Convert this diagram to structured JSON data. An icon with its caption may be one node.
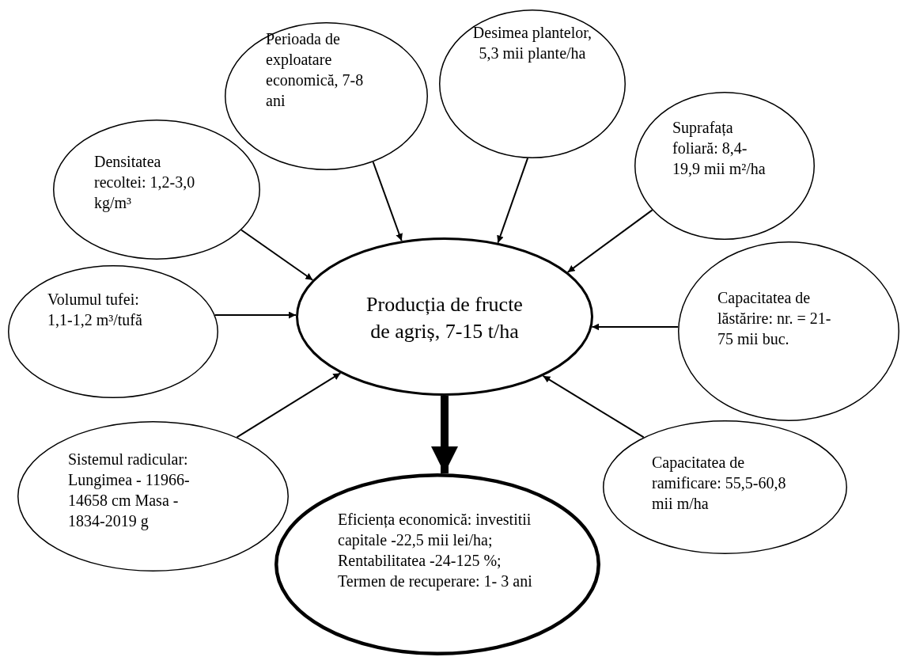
{
  "diagram": {
    "nodes": [
      {
        "text": [
          "Perioada de exploatare economică, 7-8 ani"
        ]
      },
      {
        "text": [
          "Desimea plantelor, 5,3 mii plante/ha"
        ]
      },
      {
        "text": [
          "Densitatea recoltei: 1,2-3,0 kg/m³"
        ]
      },
      {
        "text": [
          "Suprafața foliară: 8,4-19,9 mii m²/ha"
        ]
      },
      {
        "text": [
          "Volumul tufei: 1,1-1,2 m³/tufă"
        ]
      },
      {
        "text": [
          "Producția de fructe de agriș, 7-15 t/ha"
        ]
      },
      {
        "text": [
          "Capacitatea de lăstărire: nr. = 21-75 mii buc."
        ]
      },
      {
        "text": [
          "Sistemul radicular: Lungimea - 11966-14658 cm Masa - 1834-2019 g"
        ]
      },
      {
        "text": [
          "Capacitatea de ramificare: 55,5-60,8 mii m/ha"
        ]
      },
      {
        "text": [
          "Eficiența economică: investitii capitale -22,5 mii lei/ha; Rentabilitatea -24-125 %; Termen de recuperare: 1- 3 ani"
        ]
      }
    ],
    "edges": [
      {
        "from": 2,
        "to": 5,
        "arrow": "to"
      },
      {
        "from": 0,
        "to": 5,
        "arrow": "to"
      },
      {
        "from": 1,
        "to": 5,
        "arrow": "to"
      },
      {
        "from": 3,
        "to": 5,
        "arrow": "to"
      },
      {
        "from": 4,
        "to": 5,
        "arrow": "to"
      },
      {
        "from": 6,
        "to": 5,
        "arrow": "to"
      },
      {
        "from": 7,
        "to": 5,
        "arrow": "to"
      },
      {
        "from": 8,
        "to": 5,
        "arrow": "to"
      },
      {
        "from": 5,
        "to": 9,
        "arrow": "to",
        "style": "thick"
      }
    ]
  }
}
